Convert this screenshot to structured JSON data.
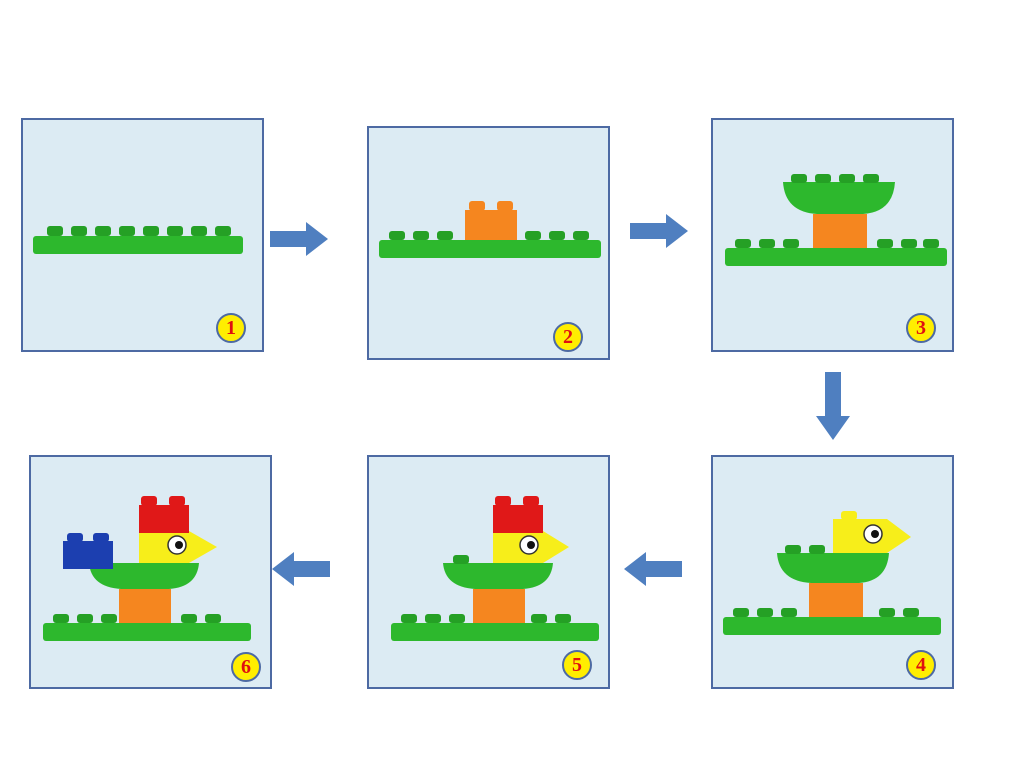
{
  "steps": [
    {
      "number": "1"
    },
    {
      "number": "2"
    },
    {
      "number": "3"
    },
    {
      "number": "4"
    },
    {
      "number": "5"
    },
    {
      "number": "6"
    }
  ],
  "colors": {
    "panel_bg": "#dcebf3",
    "panel_border": "#4d6aa3",
    "arrow": "#4f7fc0",
    "badge_fill": "#ffee00",
    "badge_text": "#e01010",
    "green_brick": "#2db82d",
    "orange_brick": "#f5861f",
    "yellow_brick": "#f7ee1a",
    "red_brick": "#e01818",
    "blue_brick": "#1c3fb0"
  }
}
